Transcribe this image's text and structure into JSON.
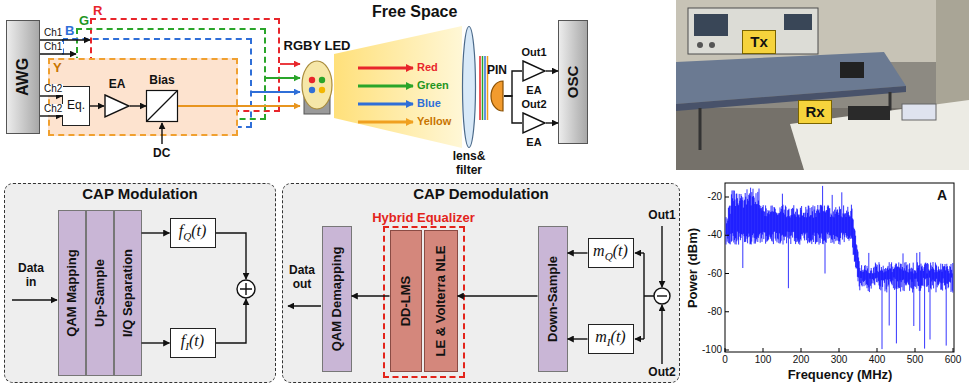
{
  "diagram": {
    "nodes": [
      {
        "text": [
          "AWG"
        ]
      },
      {
        "text": [
          "R"
        ]
      },
      {
        "text": [
          "G"
        ]
      },
      {
        "text": [
          "B"
        ]
      },
      {
        "text": [
          "Y"
        ]
      },
      {
        "text": [
          "Eq."
        ],
        "in": 4
      },
      {
        "text": [
          "EA"
        ],
        "in": 4
      },
      {
        "text": [
          "Bias"
        ],
        "in": 4
      },
      {
        "text": [
          "RGBY LED"
        ]
      },
      {
        "text": [
          "lens& filter"
        ]
      },
      {
        "text": [
          "PIN"
        ]
      },
      {
        "text": [
          "EA"
        ]
      },
      {
        "text": [
          "EA"
        ]
      },
      {
        "text": [
          "OSC"
        ]
      },
      {
        "text": [
          "Tx"
        ]
      },
      {
        "text": [
          "Rx"
        ]
      },
      {
        "text": [
          "CAP Modulation"
        ]
      },
      {
        "text": [
          "QAM Mapping"
        ],
        "in": 16
      },
      {
        "text": [
          "Up-Sample"
        ],
        "in": 16
      },
      {
        "text": [
          "I/Q Separation"
        ],
        "in": 16
      },
      {
        "text": [
          "fQ(t)"
        ],
        "in": 16
      },
      {
        "text": [
          "fI(t)"
        ],
        "in": 16
      },
      {
        "text": [
          "CAP Demodulation"
        ]
      },
      {
        "text": [
          "QAM Demapping"
        ],
        "in": 22
      },
      {
        "text": [
          "Hybrid Equalizer"
        ],
        "in": 22
      },
      {
        "text": [
          "DD-LMS"
        ],
        "in": 24
      },
      {
        "text": [
          "LE & Volterra NLE"
        ],
        "in": 24
      },
      {
        "text": [
          "Down-Sample"
        ],
        "in": 22
      },
      {
        "text": [
          "mQ(t)"
        ],
        "in": 22
      },
      {
        "text": [
          "mI(t)"
        ],
        "in": 22
      }
    ],
    "edges": [
      {
        "from": 0,
        "to": 1,
        "label": "Ch1",
        "arrow": "to"
      },
      {
        "from": 0,
        "to": 2,
        "label": "Ch1",
        "arrow": "to"
      },
      {
        "from": 0,
        "to": 5,
        "label": "Ch2",
        "arrow": "to"
      },
      {
        "from": 0,
        "to": 5,
        "label": "Ch2",
        "arrow": "to"
      },
      {
        "from": 5,
        "to": 6,
        "arrow": "to"
      },
      {
        "from": 6,
        "to": 7,
        "arrow": "to"
      },
      {
        "from": 1,
        "to": 8,
        "arrow": "to"
      },
      {
        "from": 2,
        "to": 8,
        "arrow": "to"
      },
      {
        "from": 3,
        "to": 8,
        "arrow": "to"
      },
      {
        "from": 4,
        "to": 8,
        "arrow": "to"
      },
      {
        "from": 10,
        "to": 11,
        "arrow": "none"
      },
      {
        "from": 10,
        "to": 12,
        "arrow": "none"
      },
      {
        "from": 11,
        "to": 13,
        "arrow": "to"
      },
      {
        "from": 12,
        "to": 13,
        "arrow": "to"
      },
      {
        "from": 19,
        "to": 20,
        "arrow": "to"
      },
      {
        "from": 19,
        "to": 21,
        "arrow": "to"
      },
      {
        "from": 28,
        "to": 27,
        "arrow": "to"
      },
      {
        "from": 29,
        "to": 27,
        "arrow": "to"
      },
      {
        "from": 27,
        "to": 26,
        "arrow": "to"
      },
      {
        "from": 25,
        "to": 23,
        "arrow": "to"
      }
    ],
    "labels": [
      "DC",
      "Free Space",
      "Red",
      "Green",
      "Blue",
      "Yellow",
      "Out1",
      "Out2",
      "Data in",
      "Data out",
      "Out1",
      "Out2",
      "A",
      "Power (dBm)",
      "Frequency (MHz)",
      "0",
      "100",
      "200",
      "300",
      "400",
      "500",
      "600",
      "-20",
      "-40",
      "-60",
      "-80",
      "-100"
    ]
  }
}
